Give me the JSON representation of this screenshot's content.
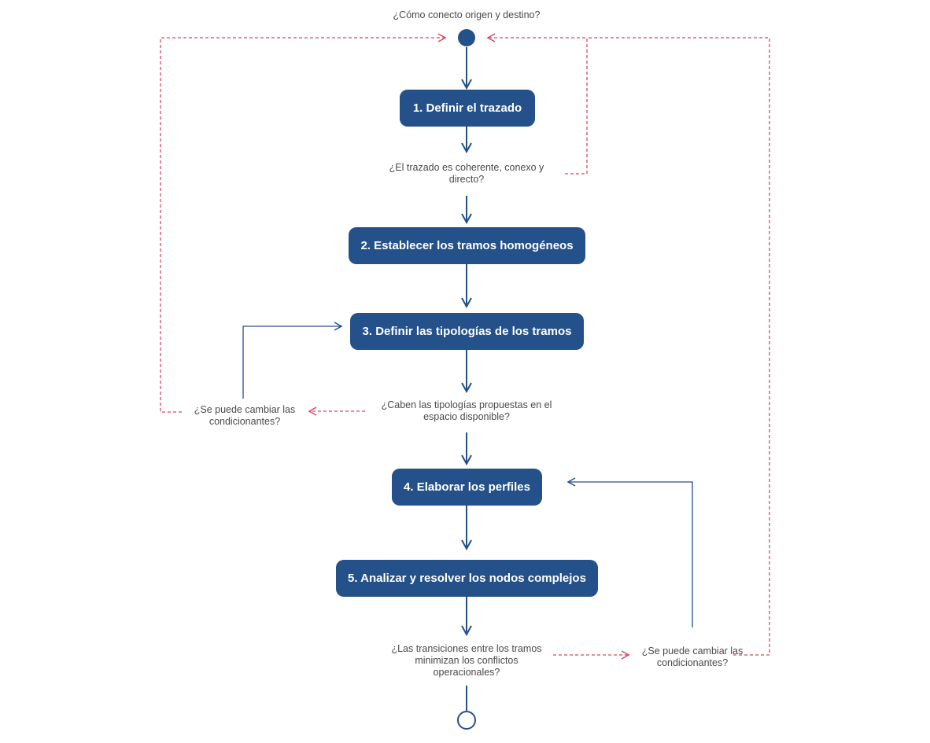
{
  "colors": {
    "primary": "#245189",
    "loop_dashed": "#d9485f",
    "text": "#4a4a4a"
  },
  "start_question": "¿Cómo conecto origen y destino?",
  "steps": [
    {
      "label": "1. Definir el trazado"
    },
    {
      "label": "2. Establecer los tramos homogéneos"
    },
    {
      "label": "3. Definir las tipologías de los tramos"
    },
    {
      "label": "4. Elaborar los perfiles"
    },
    {
      "label": "5. Analizar y resolver los nodos complejos"
    }
  ],
  "questions": {
    "coherence": "¿El trazado es coherente, conexo y directo?",
    "fit": "¿Caben las tipologías propuestas en el espacio disponible?",
    "change_left": "¿Se puede cambiar las condicionantes?",
    "transitions": "¿Las transiciones entre los tramos minimizan los conflictos operacionales?",
    "change_right": "¿Se puede cambiar las condicionantes?"
  },
  "nodes": {
    "start": "start-node",
    "end": "end-node"
  }
}
